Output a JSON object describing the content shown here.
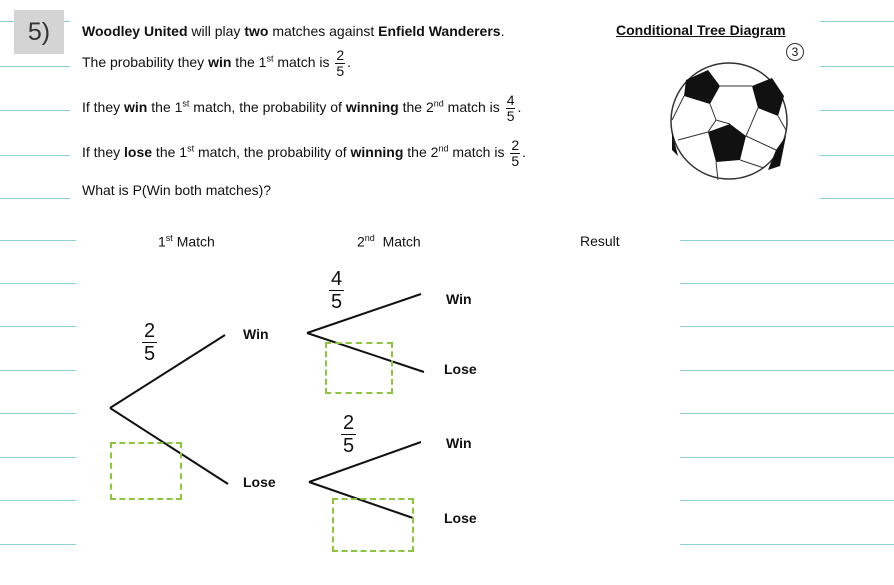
{
  "question_number": "5)",
  "title": "Conditional Tree Diagram",
  "marks": "3",
  "text": {
    "l1": [
      {
        "t": "Woodley United",
        "b": true
      },
      {
        "t": " will play "
      },
      {
        "t": "two",
        "b": true
      },
      {
        "t": " matches against "
      },
      {
        "t": "Enfield Wanderers",
        "b": true
      },
      {
        "t": "."
      }
    ],
    "l2": [
      {
        "t": "The probability they "
      },
      {
        "t": "win",
        "b": true
      },
      {
        "t": " the 1"
      },
      {
        "t": "st",
        "sup": true
      },
      {
        "t": " match is "
      }
    ],
    "l2_frac": [
      "2",
      "5"
    ],
    "l3": [
      {
        "t": "If they "
      },
      {
        "t": "win",
        "b": true
      },
      {
        "t": " the 1"
      },
      {
        "t": "st",
        "sup": true
      },
      {
        "t": " match, the probability of "
      },
      {
        "t": "winning",
        "b": true
      },
      {
        "t": " the 2"
      },
      {
        "t": "nd",
        "sup": true
      },
      {
        "t": " match is "
      }
    ],
    "l3_frac": [
      "4",
      "5"
    ],
    "l4": [
      {
        "t": "If they "
      },
      {
        "t": "lose",
        "b": true
      },
      {
        "t": " the 1"
      },
      {
        "t": "st",
        "sup": true
      },
      {
        "t": " match, the probability of "
      },
      {
        "t": "winning",
        "b": true
      },
      {
        "t": " the 2"
      },
      {
        "t": "nd",
        "sup": true
      },
      {
        "t": " match is "
      }
    ],
    "l4_frac": [
      "2",
      "5"
    ],
    "l5": "What is P(Win both matches)?"
  },
  "headers": {
    "first": "1",
    "first_sup": "st",
    "first_rest": " Match",
    "second": "2",
    "second_sup": "nd",
    "second_rest": "  Match",
    "result": "Result"
  },
  "tree": {
    "first_win_prob": [
      "2",
      "5"
    ],
    "second_win_given_win": [
      "4",
      "5"
    ],
    "second_win_given_lose": [
      "2",
      "5"
    ],
    "win": "Win",
    "lose": "Lose"
  }
}
